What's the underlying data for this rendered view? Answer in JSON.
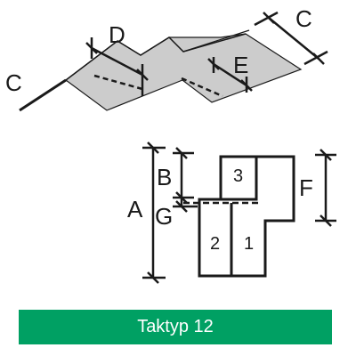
{
  "roof_view": {
    "label_c_left": "C",
    "label_c_right": "C",
    "label_d": "D",
    "label_e": "E"
  },
  "plan_view": {
    "label_a": "A",
    "label_b": "B",
    "label_g": "G",
    "label_f": "F",
    "section_1": "1",
    "section_2": "2",
    "section_3": "3"
  },
  "footer": {
    "title": "Taktyp 12",
    "color": "#00a063"
  }
}
